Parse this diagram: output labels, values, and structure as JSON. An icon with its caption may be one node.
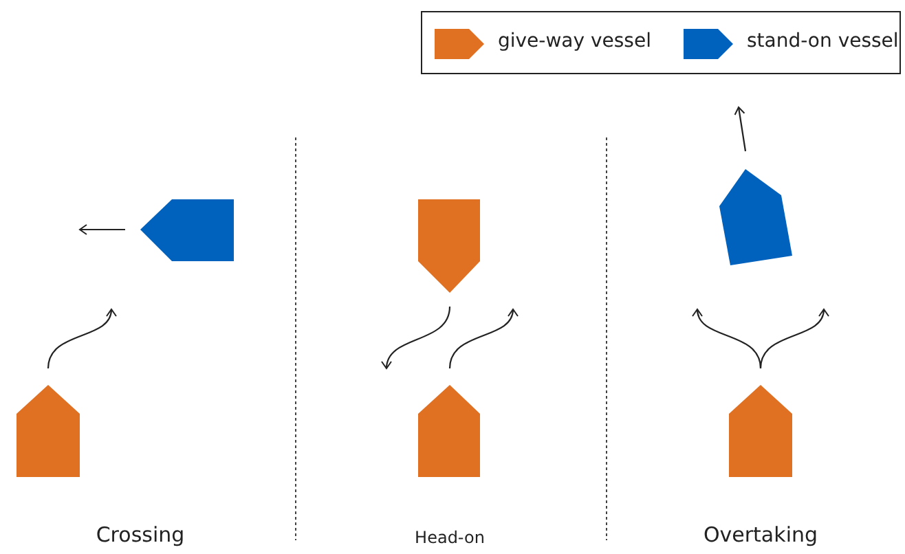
{
  "diagram": {
    "labels": [
      "Crossing",
      "Head-on",
      "Overtaking"
    ],
    "legend": [
      {
        "text": "give-way vessel",
        "color": "#e07022"
      },
      {
        "text": "stand-on vessel",
        "color": "#0062bd"
      }
    ]
  }
}
